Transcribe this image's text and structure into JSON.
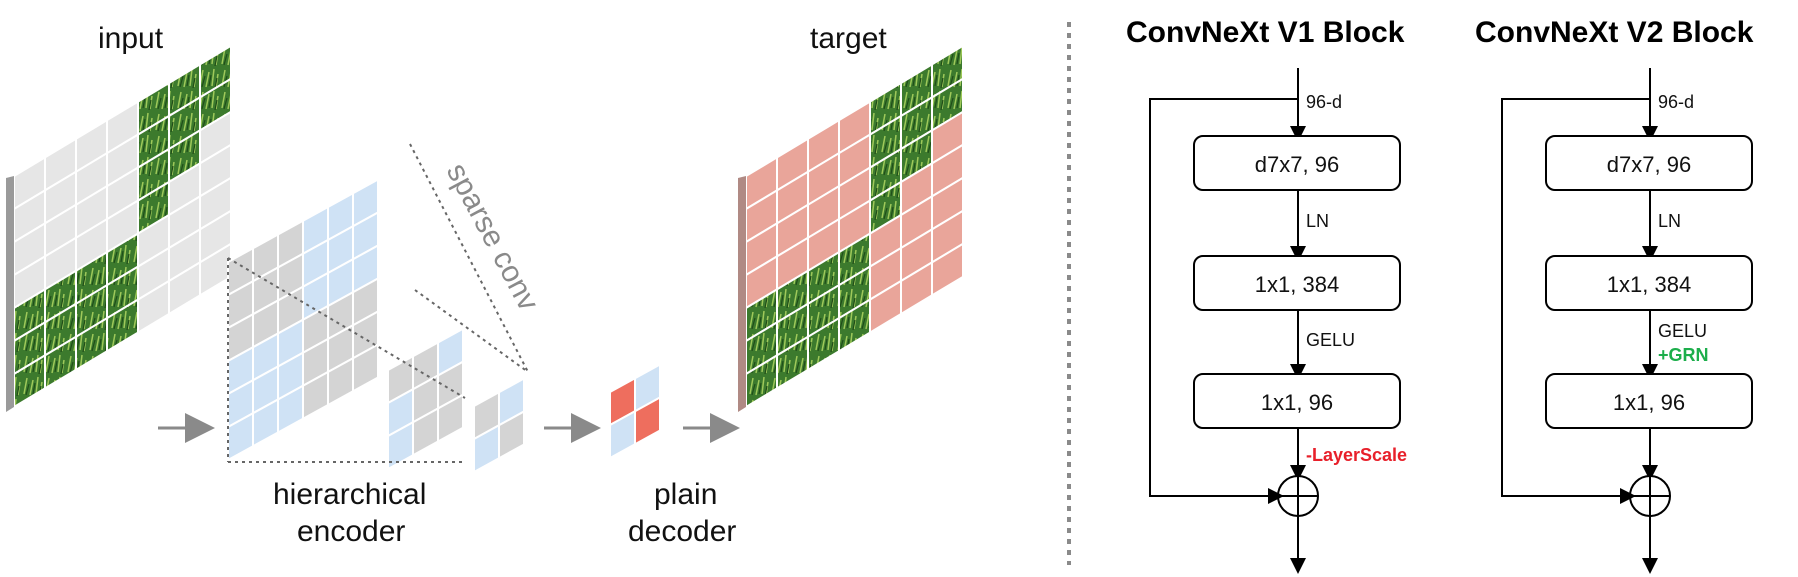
{
  "left_panel": {
    "input_label": "input",
    "target_label": "target",
    "encoder_label_line1": "hierarchical",
    "encoder_label_line2": "encoder",
    "decoder_label_line1": "plain",
    "decoder_label_line2": "decoder",
    "sparse_conv_label": "sparse conv"
  },
  "v1_block": {
    "title": "ConvNeXt V1 Block",
    "input_dim": "96-d",
    "box1": "d7x7, 96",
    "edge1": "LN",
    "box2": "1x1, 384",
    "edge2": "GELU",
    "box3": "1x1, 96",
    "edge3": "-LayerScale"
  },
  "v2_block": {
    "title": "ConvNeXt V2 Block",
    "input_dim": "96-d",
    "box1": "d7x7, 96",
    "edge1": "LN",
    "box2": "1x1, 384",
    "edge2": "GELU",
    "edge2_extra": "+GRN",
    "box3": "1x1, 96"
  },
  "colors": {
    "masked_patch": "#e6e6e6",
    "visible_patch": "#3f7a2e",
    "encoder_active": "#cfe2f5",
    "decoder_red": "#ee6e5e",
    "target_overlay": "#e9a59a",
    "grn_green": "#1cae4b",
    "layerscale_red": "#e8202a"
  }
}
